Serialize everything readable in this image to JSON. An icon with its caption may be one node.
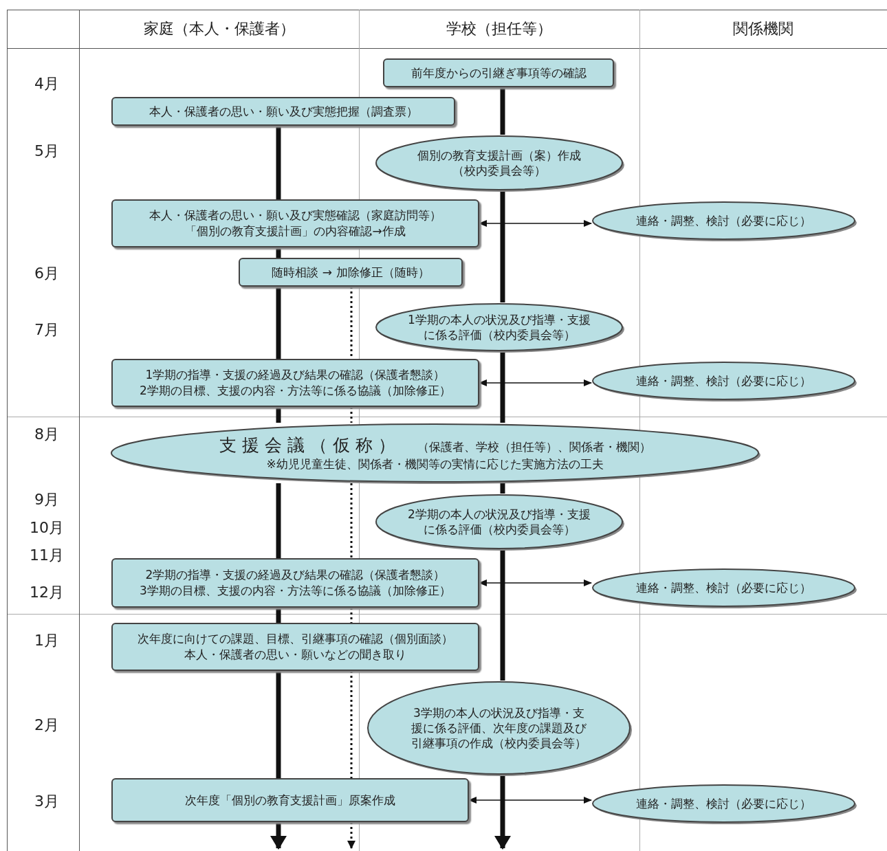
{
  "diagram": {
    "nodes": [
      {
        "text": [
          "前年度からの引継ぎ事項等の確認"
        ]
      },
      {
        "text": [
          "本人・保護者の思い・願い及び実態把握（調査票）"
        ]
      },
      {
        "text": [
          "個別の教育支援計画（案）作成",
          "（校内委員会等）"
        ]
      },
      {
        "text": [
          "本人・保護者の思い・願い及び実態確認（家庭訪問等）",
          "「個別の教育支援計画」の内容確認→作成"
        ]
      },
      {
        "text": [
          "連絡・調整、検討（必要に応じ）"
        ]
      },
      {
        "text": [
          "随時相談 → 加除修正（随時）"
        ]
      },
      {
        "text": [
          "1学期の本人の状況及び指導・支援に係る評価（校内委員会等）"
        ]
      },
      {
        "text": [
          "1学期の指導・支援の経過及び結果の確認（保護者懇談）",
          "2学期の目標、支援の内容・方法等に係る協議（加除修正）"
        ]
      },
      {
        "text": [
          "連絡・調整、検討（必要に応じ）"
        ]
      },
      {
        "text": [
          "支援会議（仮称）",
          "（保護者、学校（担任等）、関係者・機関）",
          "※幼児児童生徒、関係者・機関等の実情に応じた実施方法の工夫"
        ]
      },
      {
        "text": [
          "2学期の本人の状況及び指導・支援に係る評価（校内委員会等）"
        ]
      },
      {
        "text": [
          "2学期の指導・支援の経過及び結果の確認（保護者懇談）",
          "3学期の目標、支援の内容・方法等に係る協議（加除修正）"
        ]
      },
      {
        "text": [
          "連絡・調整、検討（必要に応じ）"
        ]
      },
      {
        "text": [
          "次年度に向けての課題、目標、引継事項の確認（個別面談）",
          "本人・保護者の思い・願いなどの聞き取り"
        ]
      },
      {
        "text": [
          "3学期の本人の状況及び指導・支援に係る評価、次年度の課題及び引継事項の作成（校内委員会等）"
        ]
      },
      {
        "text": [
          "次年度「個別の教育支援計画」原案作成"
        ]
      },
      {
        "text": [
          "連絡・調整、検討（必要に応じ）"
        ]
      }
    ],
    "edges": [
      {
        "from": 1,
        "to": 3,
        "arrow": "none"
      },
      {
        "from": 3,
        "to": 5,
        "arrow": "none"
      },
      {
        "from": 5,
        "to": 7,
        "arrow": "none"
      },
      {
        "from": 7,
        "to": 9,
        "arrow": "none"
      },
      {
        "from": 9,
        "to": 11,
        "arrow": "none"
      },
      {
        "from": 11,
        "to": 13,
        "arrow": "none"
      },
      {
        "from": 13,
        "to": 15,
        "arrow": "none"
      },
      {
        "from": 15,
        "to": null,
        "arrow": "to"
      },
      {
        "from": 0,
        "to": 2,
        "arrow": "none"
      },
      {
        "from": 2,
        "to": 6,
        "arrow": "none"
      },
      {
        "from": 6,
        "to": 9,
        "arrow": "none"
      },
      {
        "from": 9,
        "to": 10,
        "arrow": "none"
      },
      {
        "from": 10,
        "to": 14,
        "arrow": "none"
      },
      {
        "from": 14,
        "to": null,
        "arrow": "to"
      },
      {
        "from": 5,
        "to": 7,
        "arrow": "none",
        "style": "dashed"
      },
      {
        "from": 7,
        "to": 9,
        "arrow": "none",
        "style": "dashed"
      },
      {
        "from": 9,
        "to": 11,
        "arrow": "none",
        "style": "dashed"
      },
      {
        "from": 11,
        "to": 13,
        "arrow": "none",
        "style": "dashed"
      },
      {
        "from": 13,
        "to": 15,
        "arrow": "none",
        "style": "dashed"
      },
      {
        "from": 15,
        "to": null,
        "arrow": "to",
        "style": "dashed"
      },
      {
        "from": 3,
        "to": 4,
        "arrow": "both"
      },
      {
        "from": 7,
        "to": 8,
        "arrow": "both"
      },
      {
        "from": 11,
        "to": 12,
        "arrow": "both"
      },
      {
        "from": 15,
        "to": 16,
        "arrow": "both"
      }
    ],
    "labels": [
      "家庭（本人・保護者）",
      "学校（担任等）",
      "関係機関",
      "4月",
      "5月",
      "6月",
      "7月",
      "8月",
      "9月",
      "10月",
      "11月",
      "12月",
      "1月",
      "2月",
      "3月"
    ]
  }
}
